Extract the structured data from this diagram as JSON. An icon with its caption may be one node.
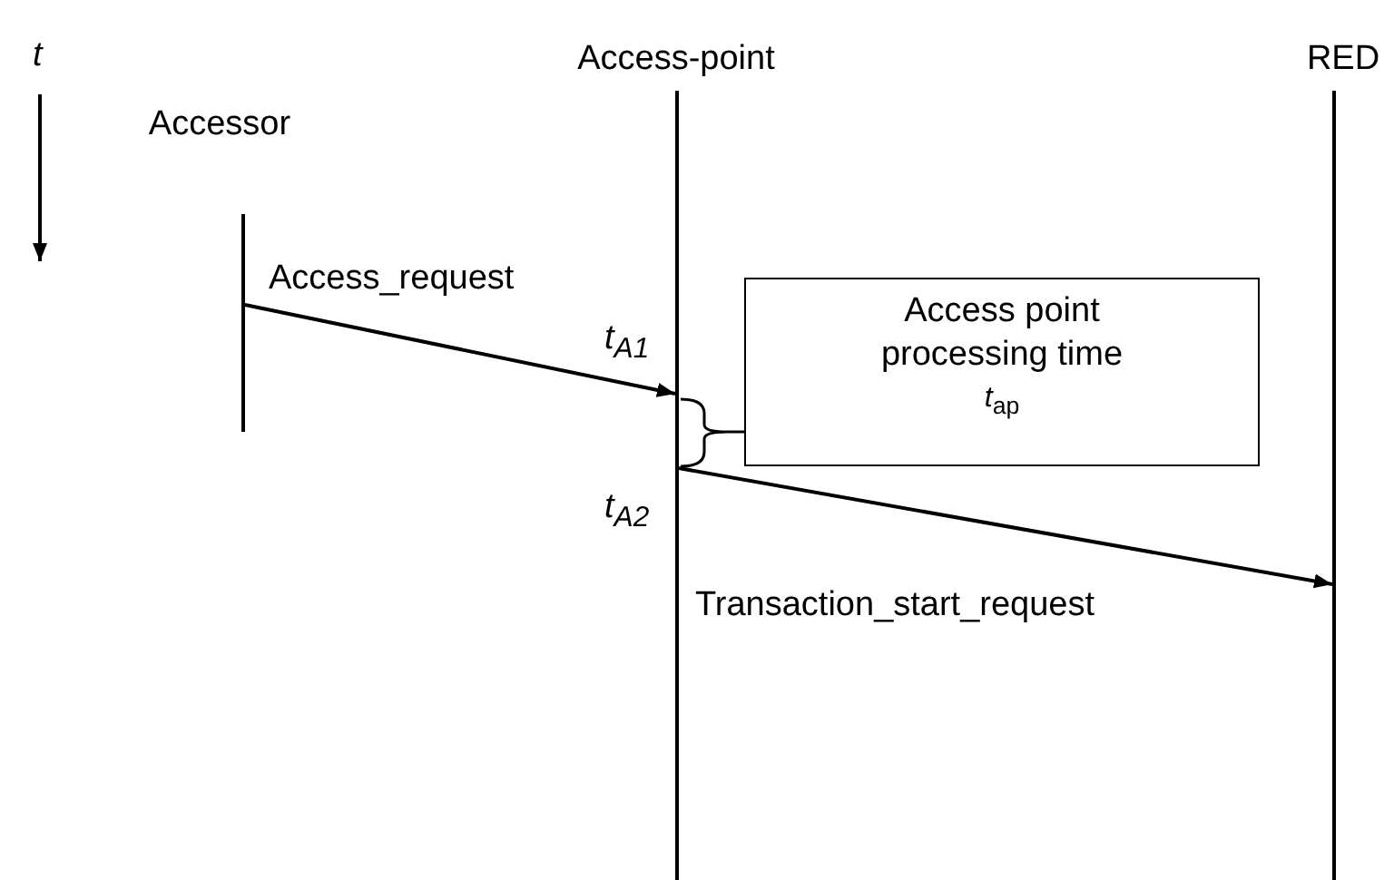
{
  "diagram": {
    "nodes": [
      {
        "text": [
          "Accessor"
        ]
      },
      {
        "text": [
          "Access-point"
        ]
      },
      {
        "text": [
          "RED"
        ]
      },
      {
        "text": [
          "Access point processing time",
          "*t*$_{ap}$"
        ]
      }
    ],
    "edges": [
      {
        "from": 0,
        "to": 1,
        "arrow": "to",
        "label": "Access_request"
      },
      {
        "from": 1,
        "to": 2,
        "arrow": "to",
        "label": "Transaction_start_request"
      }
    ],
    "labels": [
      "*t*",
      "*t$_{A1}$*",
      "*t$_{A2}$*"
    ]
  }
}
